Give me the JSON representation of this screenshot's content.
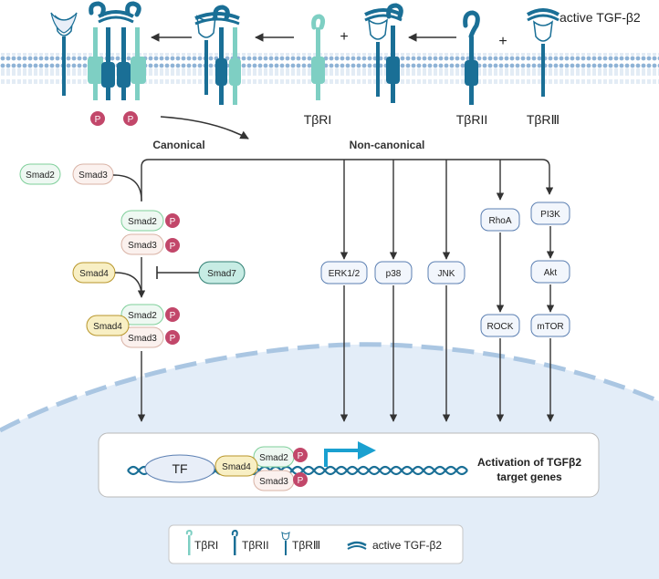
{
  "membrane": {
    "receptors": {
      "t1": "TβRI",
      "t2": "TβRII",
      "t3": "TβRⅢ",
      "ligand": "active TGF-β2"
    },
    "plus_sign": "+",
    "phospho": "P"
  },
  "pathways": {
    "canonical": "Canonical",
    "non_canonical": "Non-canonical"
  },
  "proteins": {
    "smad2": "Smad2",
    "smad3": "Smad3",
    "smad4": "Smad4",
    "smad7": "Smad7",
    "erk": "ERK1/2",
    "p38": "p38",
    "jnk": "JNK",
    "rhoa": "RhoA",
    "rock": "ROCK",
    "pi3k": "PI3K",
    "akt": "Akt",
    "mtor": "mTOR",
    "tf": "TF"
  },
  "outcome": {
    "line1": "Activation of TGFβ2",
    "line2": "target genes"
  },
  "legend": {
    "t1": "TβRI",
    "t2": "TβRII",
    "t3": "TβRⅢ",
    "ligand": "active TGF-β2"
  },
  "colors": {
    "receptor_dark": "#1a6f96",
    "receptor_light": "#7ecfc3",
    "phospho": "#c2476a",
    "smad2_fill": "#eef8f2",
    "smad2_stroke": "#7fcf9a",
    "smad3_fill": "#fbf1ee",
    "smad3_stroke": "#d9b3a6",
    "smad4_fill": "#f8efc4",
    "smad4_stroke": "#b8962a",
    "smad7_fill": "#c7ece4",
    "smad7_stroke": "#2f7e72",
    "kinase_fill": "#f2f6fc",
    "kinase_stroke": "#5b7fb2",
    "nucleus_fill": "#e3edf8",
    "dna": "#1a6f96",
    "arrow": "#333333"
  }
}
